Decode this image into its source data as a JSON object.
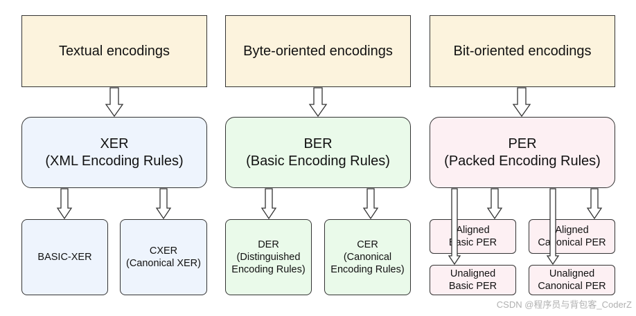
{
  "headers": {
    "textual": "Textual encodings",
    "byte": "Byte-oriented encodings",
    "bit": "Bit-oriented encodings"
  },
  "xer": {
    "name": "XER",
    "full": "(XML Encoding Rules)"
  },
  "ber": {
    "name": "BER",
    "full": "(Basic Encoding Rules)"
  },
  "per": {
    "name": "PER",
    "full": "(Packed Encoding Rules)"
  },
  "basic_xer": {
    "label": "BASIC-XER"
  },
  "cxer": {
    "line1": "CXER",
    "line2": "(Canonical XER)"
  },
  "der": {
    "line1": "DER",
    "line2": "(Distinguished",
    "line3": "Encoding Rules)"
  },
  "cer": {
    "line1": "CER",
    "line2": "(Canonical",
    "line3": "Encoding Rules)"
  },
  "aligned_basic_per": {
    "line1": "Aligned",
    "line2": "Basic PER"
  },
  "aligned_canonical_per": {
    "line1": "Aligned",
    "line2": "Canonical PER"
  },
  "unaligned_basic_per": {
    "line1": "Unaligned",
    "line2": "Basic PER"
  },
  "unaligned_canonical_per": {
    "line1": "Unaligned",
    "line2": "Canonical PER"
  },
  "watermark": "CSDN @程序员与背包客_CoderZ",
  "colors": {
    "header_fill": "#fcf3dd",
    "xer_fill": "#eef4fd",
    "ber_fill": "#eafaea",
    "per_fill": "#fdf0f3",
    "stroke": "#333333"
  }
}
